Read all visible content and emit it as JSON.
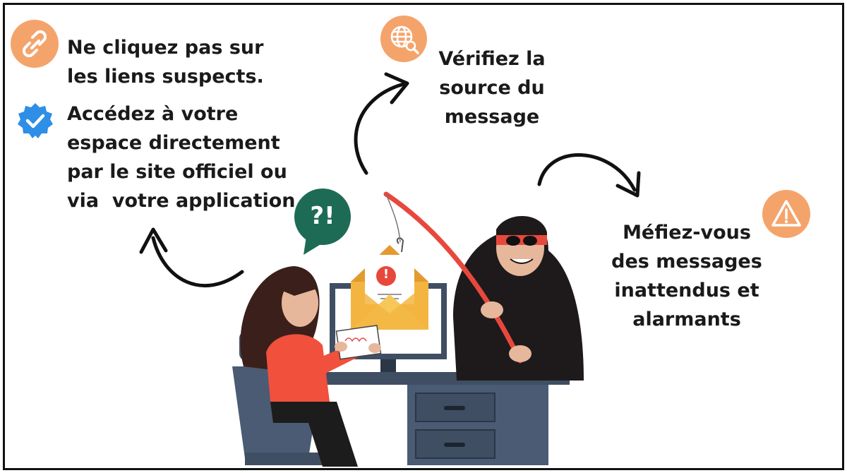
{
  "tips": {
    "links": "Ne cliquez pas sur\nles liens suspects.",
    "official": "Accédez à votre\nespace directement\npar le site officiel ou\nvia  votre application",
    "source": "Vérifiez la\nsource du\nmessage",
    "messages": "Méfiez-vous\ndes messages\ninattendus et\nalarmants"
  },
  "bubble": {
    "text": "?!"
  },
  "envelope": {
    "alert": "!"
  },
  "icons": {
    "links": "link-icon",
    "official": "verified-check-icon",
    "source": "globe-search-icon",
    "messages": "warning-triangle-icon"
  },
  "colors": {
    "accent": "#F4A46B",
    "check": "#2F8EE6",
    "bubble": "#1E6B55",
    "alert": "#E8483C",
    "shirt": "#F0503C",
    "envelope": "#F3B541",
    "desk": "#3F4E63",
    "hacker": "#1E1A1C",
    "mask": "#E8483C"
  }
}
